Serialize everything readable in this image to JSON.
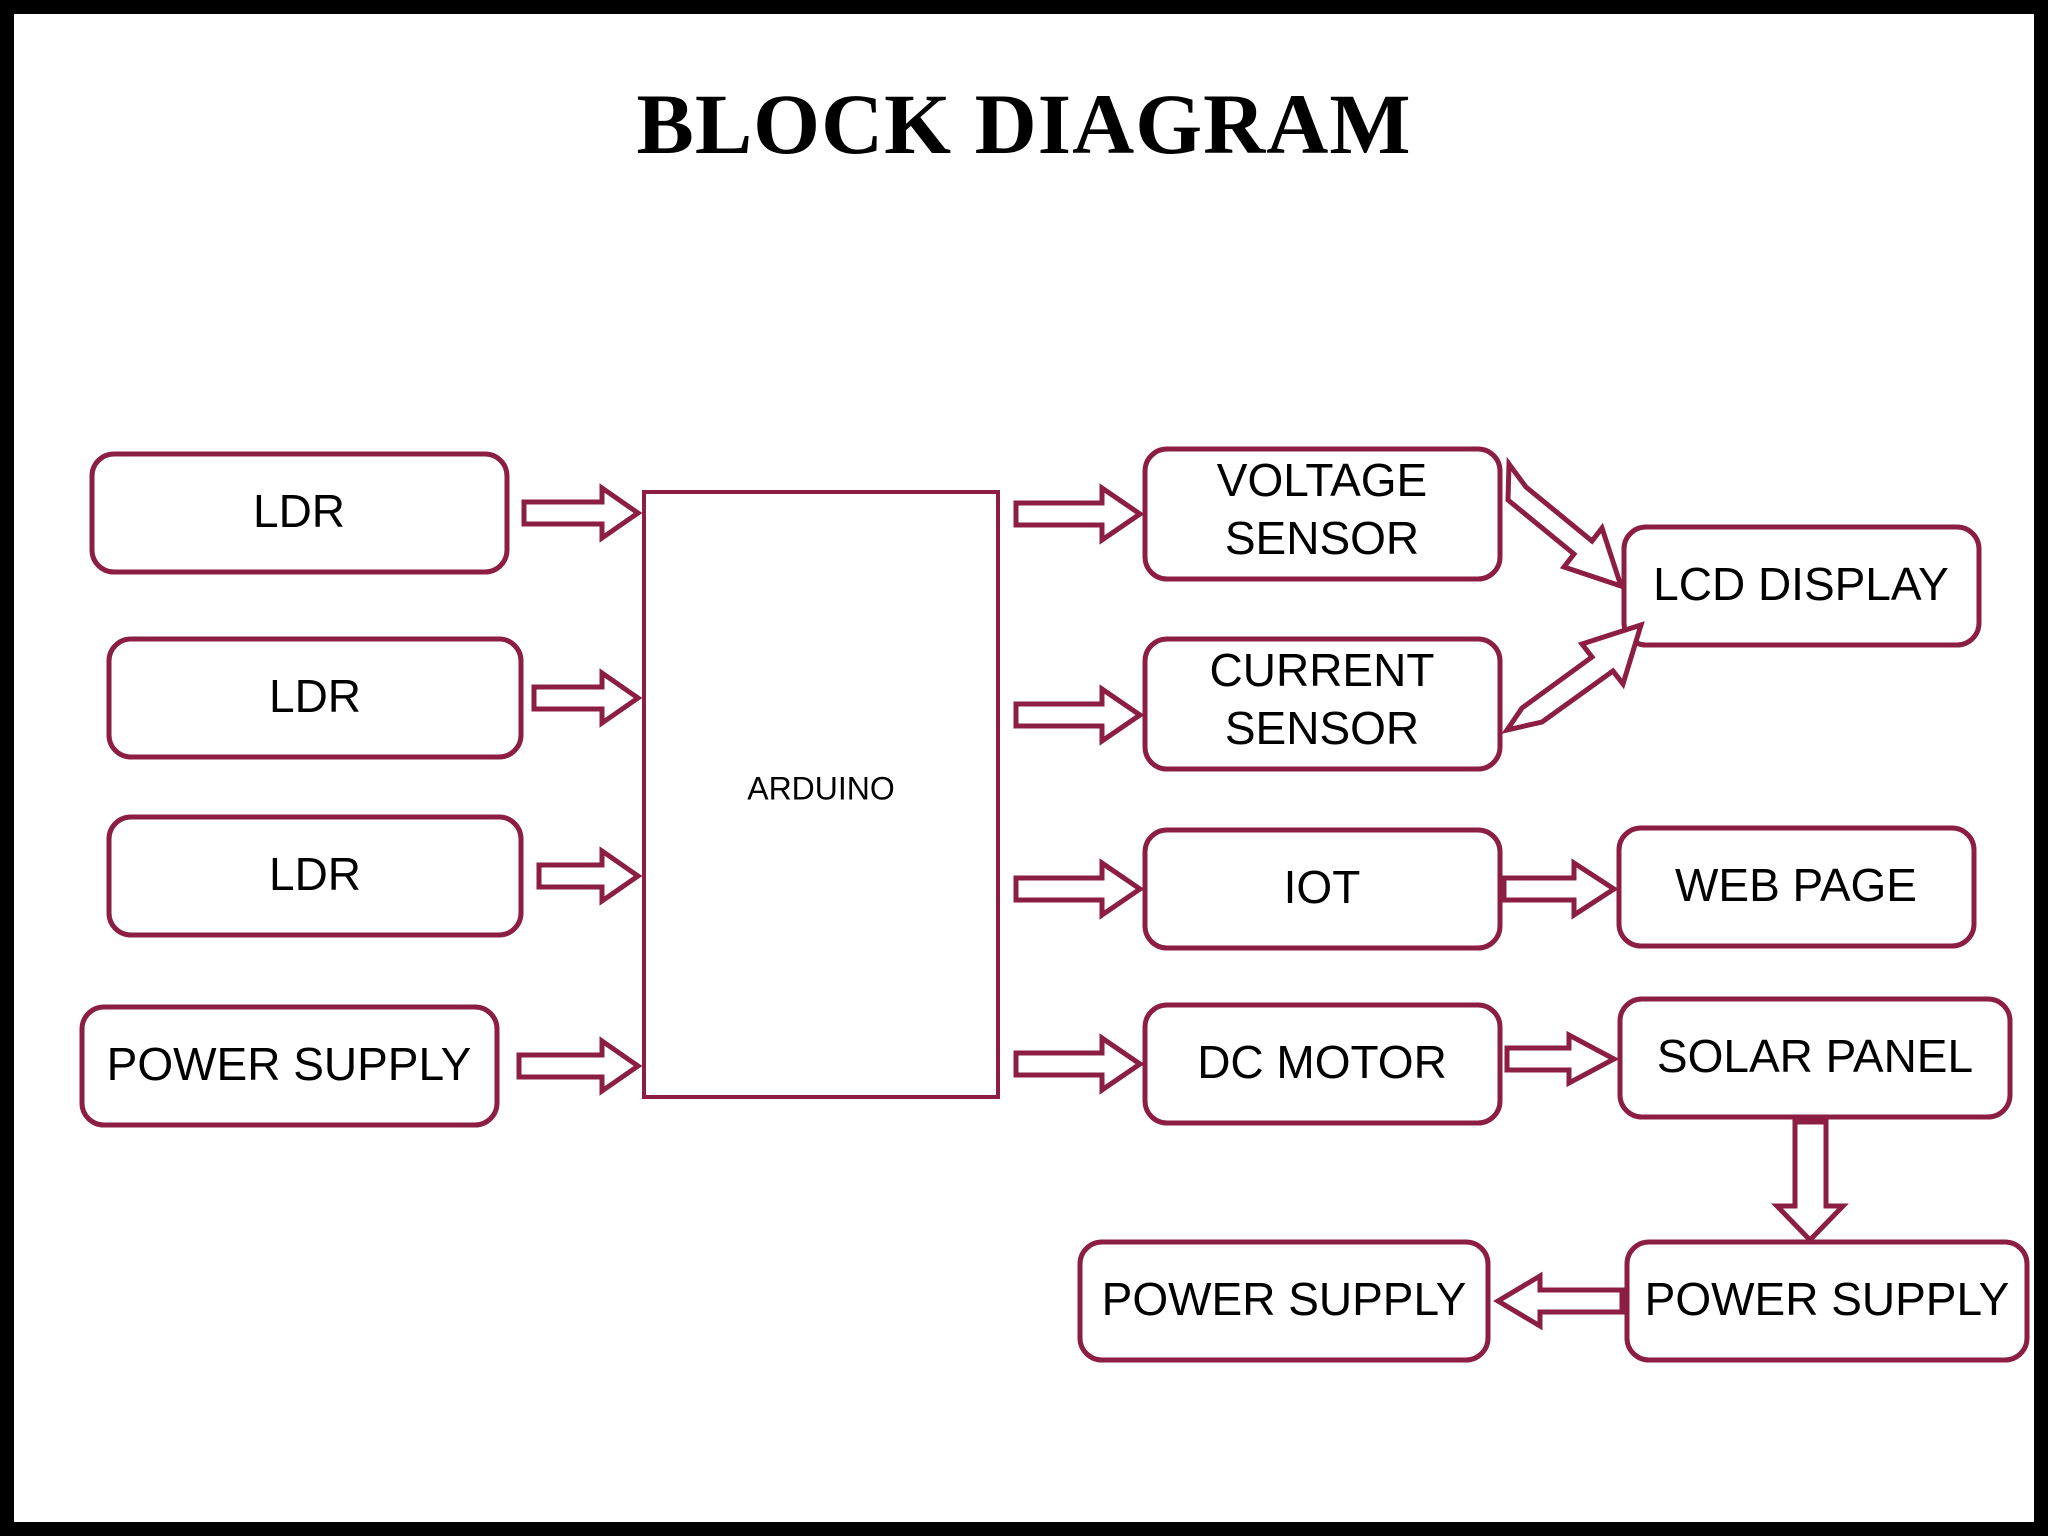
{
  "page": {
    "title": "BLOCK DIAGRAM",
    "frame_color": "#000000",
    "background": "#ffffff",
    "box_stroke_color": "#8C1D43",
    "box_fill_color": "#ffffff",
    "text_color": "#000000"
  },
  "nodes": {
    "ldr_1": "LDR",
    "ldr_2": "LDR",
    "ldr_3": "LDR",
    "power_supply_input": "POWER SUPPLY",
    "arduino": "ARDUINO",
    "voltage_sensor_line1": "VOLTAGE",
    "voltage_sensor_line2": "SENSOR",
    "current_sensor_line1": "CURRENT",
    "current_sensor_line2": "SENSOR",
    "iot": "IOT",
    "dc_motor": "DC MOTOR",
    "lcd_display": "LCD DISPLAY",
    "web_page": "WEB PAGE",
    "solar_panel": "SOLAR PANEL",
    "power_supply_out_right": "POWER SUPPLY",
    "power_supply_out_left": "POWER SUPPLY"
  },
  "chart_data": {
    "type": "diagram",
    "title": "BLOCK DIAGRAM",
    "nodes": [
      {
        "id": "ldr_1",
        "label": "LDR",
        "column": "left",
        "row": 1
      },
      {
        "id": "ldr_2",
        "label": "LDR",
        "column": "left",
        "row": 2
      },
      {
        "id": "ldr_3",
        "label": "LDR",
        "column": "left",
        "row": 3
      },
      {
        "id": "power_supply_input",
        "label": "POWER SUPPLY",
        "column": "left",
        "row": 4
      },
      {
        "id": "arduino",
        "label": "ARDUINO",
        "column": "center",
        "row": 0
      },
      {
        "id": "voltage_sensor",
        "label": "VOLTAGE SENSOR",
        "column": "right-mid",
        "row": 1
      },
      {
        "id": "current_sensor",
        "label": "CURRENT SENSOR",
        "column": "right-mid",
        "row": 2
      },
      {
        "id": "iot",
        "label": "IOT",
        "column": "right-mid",
        "row": 3
      },
      {
        "id": "dc_motor",
        "label": "DC MOTOR",
        "column": "right-mid",
        "row": 4
      },
      {
        "id": "lcd_display",
        "label": "LCD DISPLAY",
        "column": "right",
        "row": 1
      },
      {
        "id": "web_page",
        "label": "WEB PAGE",
        "column": "right",
        "row": 3
      },
      {
        "id": "solar_panel",
        "label": "SOLAR PANEL",
        "column": "right",
        "row": 4
      },
      {
        "id": "power_supply_out_right",
        "label": "POWER SUPPLY",
        "column": "right",
        "row": 5
      },
      {
        "id": "power_supply_out_left",
        "label": "POWER SUPPLY",
        "column": "right-mid",
        "row": 5
      }
    ],
    "edges": [
      {
        "from": "ldr_1",
        "to": "arduino",
        "direction": "right"
      },
      {
        "from": "ldr_2",
        "to": "arduino",
        "direction": "right"
      },
      {
        "from": "ldr_3",
        "to": "arduino",
        "direction": "right"
      },
      {
        "from": "power_supply_input",
        "to": "arduino",
        "direction": "right"
      },
      {
        "from": "arduino",
        "to": "voltage_sensor",
        "direction": "right"
      },
      {
        "from": "arduino",
        "to": "current_sensor",
        "direction": "right"
      },
      {
        "from": "arduino",
        "to": "iot",
        "direction": "right"
      },
      {
        "from": "arduino",
        "to": "dc_motor",
        "direction": "right"
      },
      {
        "from": "voltage_sensor",
        "to": "lcd_display",
        "direction": "down-right"
      },
      {
        "from": "current_sensor",
        "to": "lcd_display",
        "direction": "up-right"
      },
      {
        "from": "iot",
        "to": "web_page",
        "direction": "right"
      },
      {
        "from": "dc_motor",
        "to": "solar_panel",
        "direction": "right"
      },
      {
        "from": "solar_panel",
        "to": "power_supply_out_right",
        "direction": "down"
      },
      {
        "from": "power_supply_out_right",
        "to": "power_supply_out_left",
        "direction": "left"
      }
    ]
  }
}
